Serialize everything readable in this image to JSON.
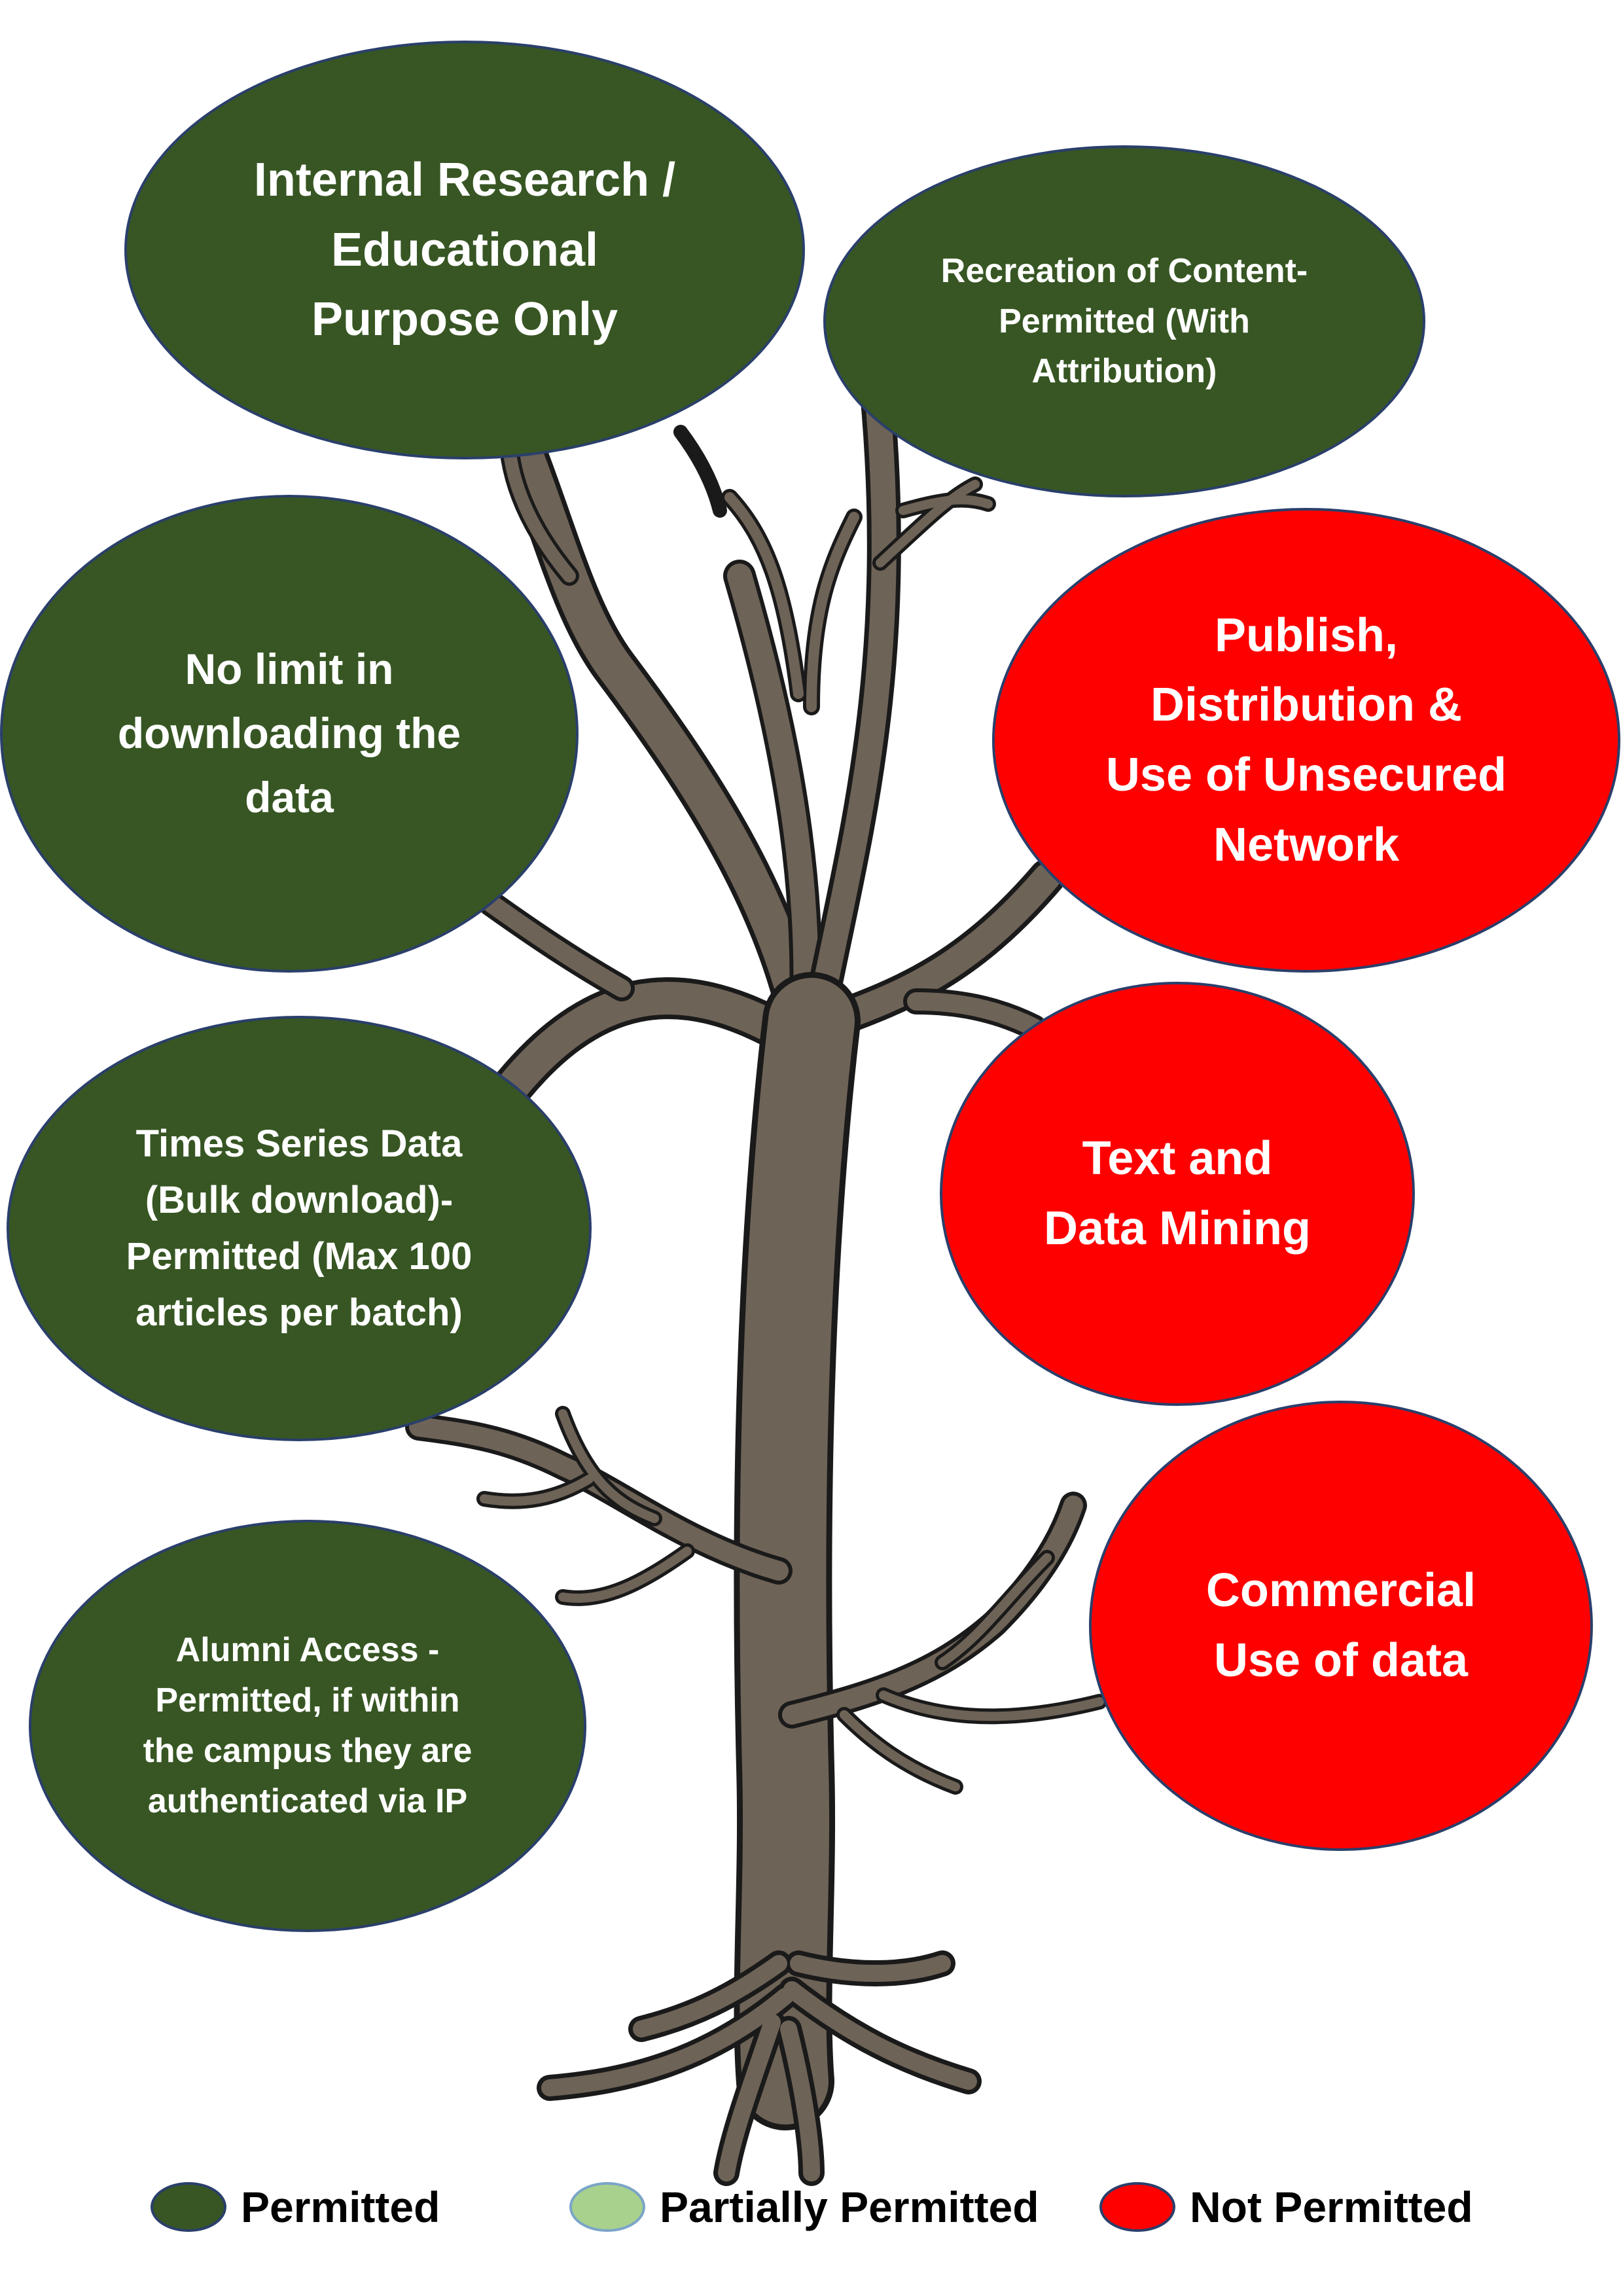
{
  "colors": {
    "permitted": "#375623",
    "partially_permitted": "#a9d18e",
    "not_permitted": "#ff0000",
    "trunk": "#6e6357",
    "outline": "#2a3f6b"
  },
  "bubbles": [
    {
      "id": "internal-research",
      "status": "permitted",
      "text": "Internal Research /\nEducational\nPurpose Only"
    },
    {
      "id": "recreation-of-content",
      "status": "permitted",
      "text": "Recreation of Content-\nPermitted (With\nAttribution)"
    },
    {
      "id": "no-limit-downloading",
      "status": "permitted",
      "text": "No limit in\ndownloading the\ndata"
    },
    {
      "id": "publish-distribution",
      "status": "not_permitted",
      "text": "Publish,\nDistribution &\nUse of Unsecured\nNetwork"
    },
    {
      "id": "times-series-data",
      "status": "permitted",
      "text": "Times Series Data\n(Bulk download)-\nPermitted (Max 100\narticles per batch)"
    },
    {
      "id": "text-data-mining",
      "status": "not_permitted",
      "text": "Text and\nData Mining"
    },
    {
      "id": "alumni-access",
      "status": "permitted",
      "text": "Alumni Access -\nPermitted, if within\nthe campus they are\nauthenticated via IP"
    },
    {
      "id": "commercial-use",
      "status": "not_permitted",
      "text": "Commercial\nUse of data"
    }
  ],
  "legend": [
    {
      "status": "permitted",
      "label": "Permitted"
    },
    {
      "status": "partially_permitted",
      "label": "Partially Permitted"
    },
    {
      "status": "not_permitted",
      "label": "Not Permitted"
    }
  ]
}
